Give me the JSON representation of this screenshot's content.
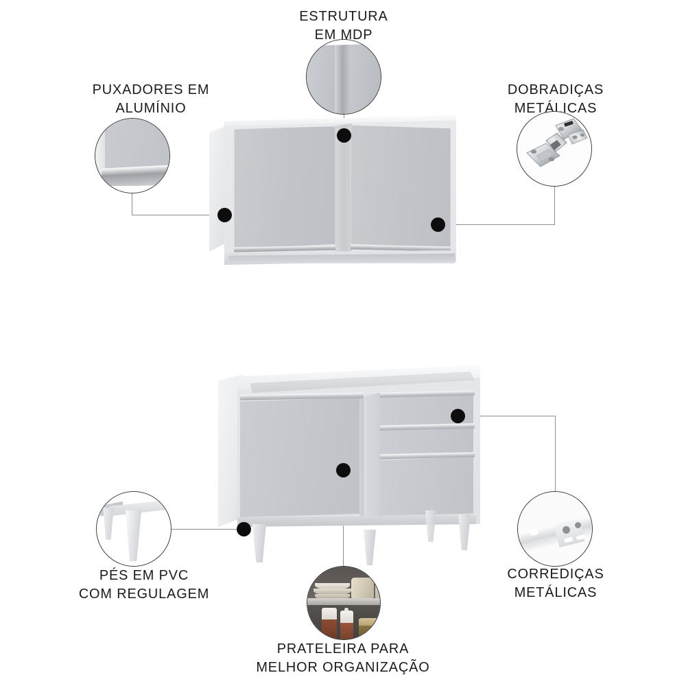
{
  "page": {
    "background_color": "#ffffff",
    "line_color": "#8d8d8d",
    "dot_color": "#0d0d0d",
    "text_color": "#1a1a1a",
    "furniture_color": "#c4c7cc"
  },
  "callouts": [
    {
      "id": "puxadores",
      "label": "PUXADORES EM\nALUMÍNIO",
      "detail_icon": "aluminum-handle-detail",
      "target": "upper-cabinet-left-door"
    },
    {
      "id": "estrutura",
      "label": "ESTRUTURA\nEM MDP",
      "detail_icon": "mdp-structure-detail",
      "target": "upper-cabinet-top"
    },
    {
      "id": "dobradicas",
      "label": "DOBRADIÇAS\nMETÁLICAS",
      "detail_icon": "metal-hinge-detail",
      "target": "upper-cabinet-right-door"
    },
    {
      "id": "pes",
      "label": "PÉS EM PVC\nCOM REGULAGEM",
      "detail_icon": "pvc-leg-detail",
      "target": "lower-cabinet-leg"
    },
    {
      "id": "prateleira",
      "label": "PRATELEIRA PARA\nMELHOR ORGANIZAÇÃO",
      "detail_icon": "shelf-organization-detail",
      "target": "lower-cabinet-door"
    },
    {
      "id": "corredicas",
      "label": "CORREDIÇAS\nMETÁLICAS",
      "detail_icon": "metal-drawer-slide-detail",
      "target": "lower-cabinet-drawers"
    }
  ],
  "products": {
    "upper": {
      "name": "armario-aereo",
      "doors": 2
    },
    "lower": {
      "name": "balcao-de-pia",
      "doors": 1,
      "drawers": 3,
      "legs": 4
    }
  }
}
